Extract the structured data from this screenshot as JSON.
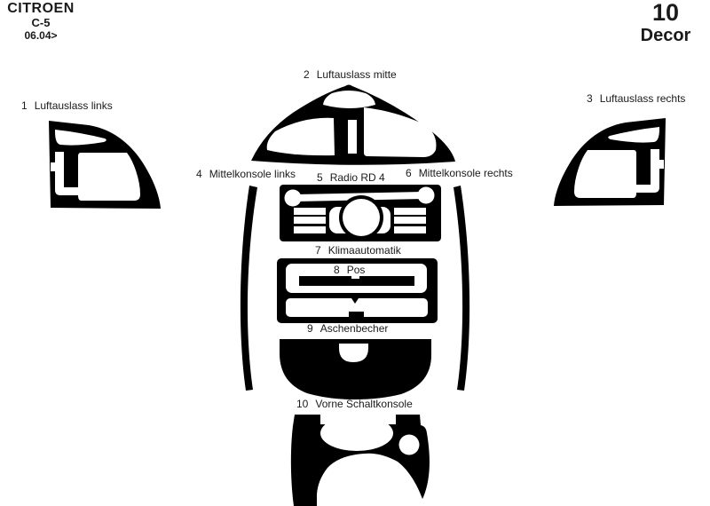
{
  "header": {
    "brand": "CITROEN",
    "model": "C-5",
    "year_range": "06.04>",
    "piece_count": "10",
    "kit_label": "Decor"
  },
  "colors": {
    "part_fill": "#000000",
    "text": "#1a1a1a",
    "background": "#ffffff"
  },
  "parts": [
    {
      "num": "1",
      "label": "Luftauslass links"
    },
    {
      "num": "2",
      "label": "Luftauslass mitte"
    },
    {
      "num": "3",
      "label": "Luftauslass rechts"
    },
    {
      "num": "4",
      "label": "Mittelkonsole links"
    },
    {
      "num": "5",
      "label": "Radio RD 4"
    },
    {
      "num": "6",
      "label": "Mittelkonsole rechts"
    },
    {
      "num": "7",
      "label": "Klimaautomatik"
    },
    {
      "num": "8",
      "label": "Pos"
    },
    {
      "num": "9",
      "label": "Aschenbecher"
    },
    {
      "num": "10",
      "label": "Vorne Schaltkonsole"
    }
  ]
}
